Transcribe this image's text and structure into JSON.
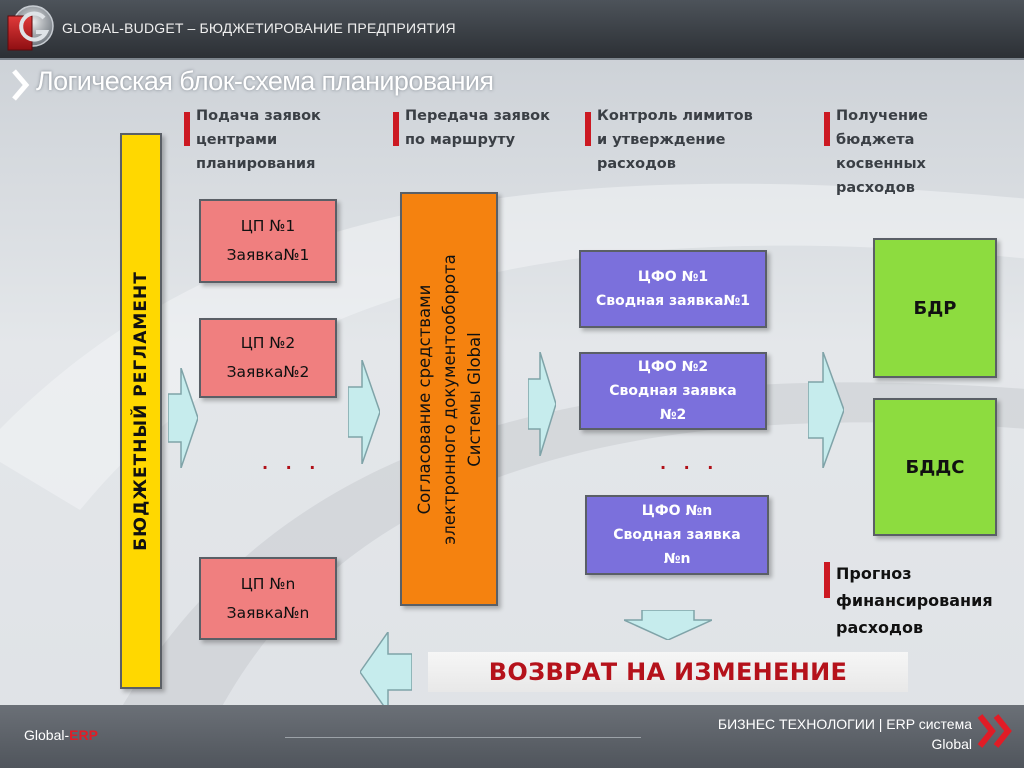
{
  "header": {
    "title": "GLOBAL-BUDGET – БЮДЖЕТИРОВАНИЕ ПРЕДПРИЯТИЯ",
    "logo_icon": "global-logo-icon"
  },
  "slide": {
    "title": "Логическая блок-схема планирования"
  },
  "columns": [
    {
      "lines": [
        "Подача заявок",
        "центрами",
        "планирования"
      ]
    },
    {
      "lines": [
        "Передача заявок",
        "по маршруту"
      ]
    },
    {
      "lines": [
        "Контроль лимитов",
        "и утверждение",
        "расходов"
      ]
    },
    {
      "lines": [
        "Получение",
        "бюджета",
        "косвенных",
        "расходов"
      ]
    }
  ],
  "budget_regulation": {
    "label": "БЮДЖЕТНЫЙ РЕГЛАМЕНТ",
    "color": "#ffd800"
  },
  "requests": [
    {
      "line1": "ЦП №1",
      "line2": "Заявка№1"
    },
    {
      "line1": "ЦП №2",
      "line2": "Заявка№2"
    },
    {
      "line1": "ЦП №n",
      "line2": "Заявка№n"
    }
  ],
  "dots": ". . .",
  "approval": {
    "lines": [
      "Согласование средствами",
      "электронного документооборота",
      "Системы Global"
    ],
    "color": "#f5820f"
  },
  "cfo": [
    {
      "lines": [
        "ЦФО №1",
        "Сводная заявка№1"
      ]
    },
    {
      "lines": [
        "ЦФО №2",
        "Сводная заявка",
        "№2"
      ]
    },
    {
      "lines": [
        "ЦФО №n",
        "Сводная заявка",
        "№n"
      ]
    }
  ],
  "budgets": [
    {
      "label": "БДР"
    },
    {
      "label": "БДДС"
    }
  ],
  "forecast": {
    "lines": [
      "Прогноз",
      "финансирования",
      "расходов"
    ]
  },
  "return": {
    "label": "ВОЗВРАТ НА ИЗМЕНЕНИЕ"
  },
  "footer": {
    "left_prefix": "Global-",
    "left_accent": "ERP",
    "right_line1": "БИЗНЕС ТЕХНОЛОГИИ | ERP система",
    "right_line2": "Global"
  },
  "colors": {
    "accent_red": "#cc1922",
    "arrow_fill": "#c6eced",
    "request_box": "#f07f7f",
    "cfo_box": "#7b70dc",
    "budget_box": "#8ddc3f"
  }
}
